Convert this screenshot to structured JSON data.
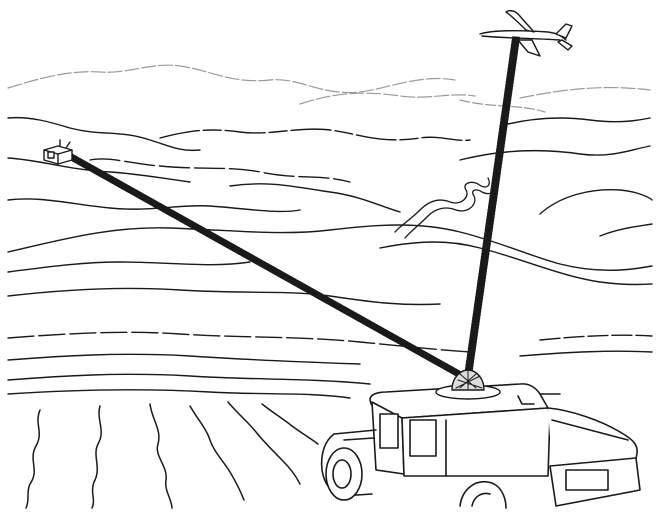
{
  "illustration": {
    "objects": [
      "uav-aircraft",
      "ground-sensor-station",
      "ground-vehicle",
      "vehicle-antenna-dome"
    ],
    "links": [
      "ground-sensor-to-vehicle-beam",
      "uav-to-vehicle-beam"
    ],
    "colors": {
      "ink": "#1a1a1a",
      "distant_ridge": "#9a9a9a",
      "background": "#ffffff"
    }
  }
}
